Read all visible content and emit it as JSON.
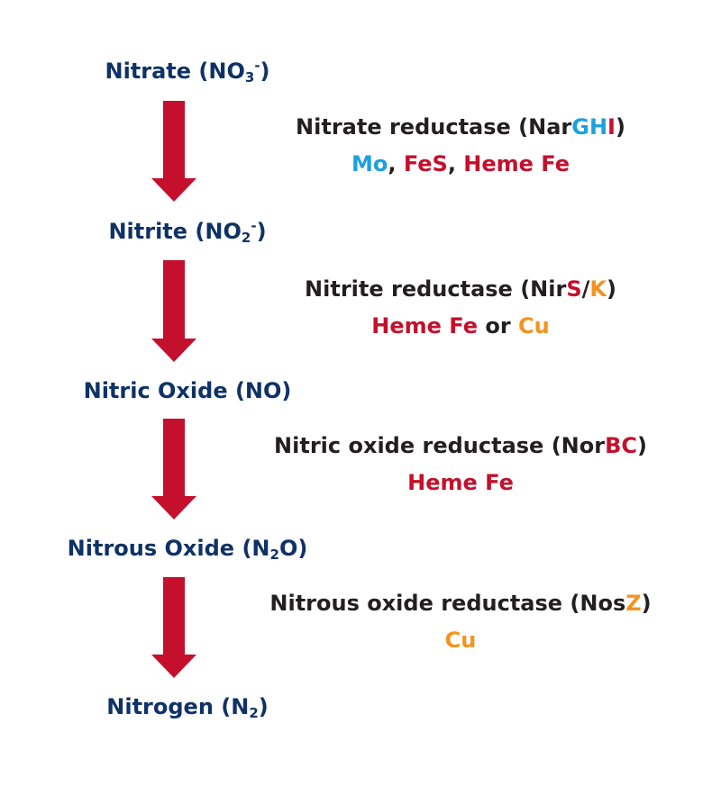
{
  "colors": {
    "compound_text": "#0f3266",
    "enzyme_text": "#231f20",
    "arrow": "#c4102c",
    "red": "#c4102c",
    "blue": "#1ba1de",
    "orange": "#f39320"
  },
  "compounds": [
    {
      "name": "Nitrate",
      "formula_open": "(NO",
      "formula_sub": "3",
      "formula_sup": "-",
      "formula_close": ")"
    },
    {
      "name": "Nitrite",
      "formula_open": "(NO",
      "formula_sub": "2",
      "formula_sup": "-",
      "formula_close": ")"
    },
    {
      "name": "Nitric Oxide",
      "formula_open": "(NO)"
    },
    {
      "name": "Nitrous Oxide",
      "formula_open": "(N",
      "formula_sub": "2",
      "formula_close": "O)"
    },
    {
      "name": "Nitrogen",
      "formula_open": "(N",
      "formula_sub": "2",
      "formula_close": ")"
    }
  ],
  "steps": [
    {
      "enzyme": "Nitrate reductase",
      "gene_open": "(Nar",
      "gene_part1": "GH",
      "gene_part2": "I",
      "gene_close": ")",
      "cofactor1": "Mo",
      "sep1": ", ",
      "cofactor2": "FeS",
      "sep2": ", ",
      "cofactor3": "Heme Fe"
    },
    {
      "enzyme": "Nitrite reductase",
      "gene_open": "(Nir",
      "gene_part1": "S",
      "gene_slash": "/",
      "gene_part2": "K",
      "gene_close": ")",
      "cofactor1": "Heme Fe",
      "connector": " or ",
      "cofactor2": "Cu"
    },
    {
      "enzyme": "Nitric oxide reductase",
      "gene_open": "(Nor",
      "gene_part1": "BC",
      "gene_close": ")",
      "cofactor1": "Heme Fe"
    },
    {
      "enzyme": "Nitrous oxide reductase",
      "gene_open": "(Nos",
      "gene_part1": "Z",
      "gene_close": ")",
      "cofactor1": "Cu"
    }
  ]
}
